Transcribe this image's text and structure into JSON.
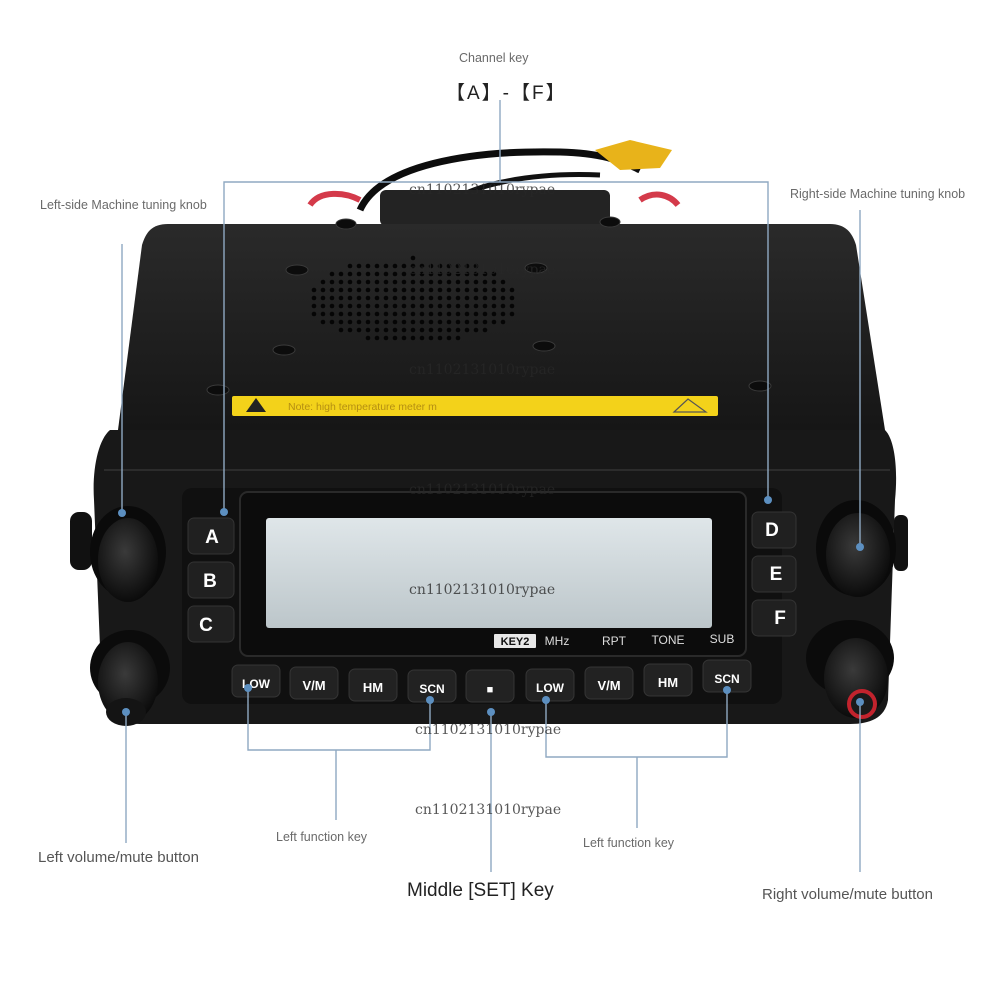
{
  "callouts": {
    "channel_key": "Channel key",
    "channel_key_range": "【A】-【F】",
    "left_tuning_knob": "Left-side Machine tuning knob",
    "right_tuning_knob": "Right-side Machine tuning knob",
    "left_volume": "Left volume/mute button",
    "right_volume": "Right volume/mute button",
    "left_function_key_1": "Left function key",
    "left_function_key_2": "Left function key",
    "middle_set_key": "Middle [SET] Key"
  },
  "radio": {
    "warning_label": "Note: high temperature meter m",
    "channel_keys_left": [
      "A",
      "B",
      "C"
    ],
    "channel_keys_right": [
      "D",
      "E",
      "F"
    ],
    "display_indicators": {
      "key2": "KEY2",
      "mhz": "MHz",
      "rpt": "RPT",
      "tone": "TONE",
      "sub": "SUB"
    },
    "bottom_keys_left": [
      "LOW",
      "V/M",
      "HM",
      "SCN"
    ],
    "set_key": "■",
    "bottom_keys_right": [
      "LOW",
      "V/M",
      "HM",
      "SCN"
    ]
  },
  "watermarks": [
    "cn1102131010rypae",
    "cn1102131010rypae",
    "cn1102131010rypae",
    "cn1102131010rypae",
    "cn1102131010rypae",
    "cn1102131010rypae",
    "cn1102131010rypae"
  ],
  "colors": {
    "body": "#1c1c1c",
    "lcd": "#c9d2d6",
    "warning": "#f3d21a",
    "leader_lines": "#8fa9c2"
  }
}
